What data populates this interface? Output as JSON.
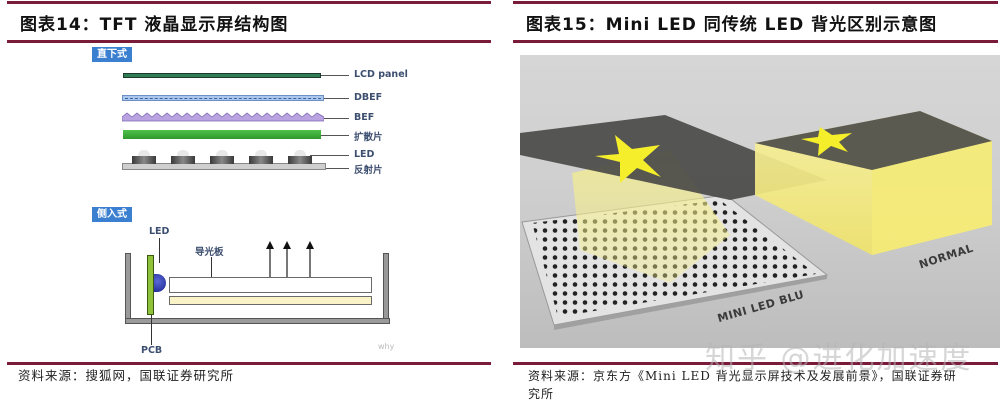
{
  "left": {
    "title": "图表14：TFT 液晶显示屏结构图",
    "source": "资料来源：搜狐网，国联证券研究所",
    "direct_lit": {
      "tag": "直下式",
      "layers": [
        {
          "label": "LCD panel",
          "color": "#2e7d55"
        },
        {
          "label": "DBEF",
          "color": "#aac8ee"
        },
        {
          "label": "BEF",
          "color": "#b9a3e0"
        },
        {
          "label": "扩散片",
          "color": "#3daa3a"
        },
        {
          "label": "LED",
          "color": "#d8d8d8"
        },
        {
          "label": "反射片",
          "color": "#cccccc"
        }
      ]
    },
    "edge_lit": {
      "tag": "侧入式",
      "led_label": "LED",
      "light_guide_label": "导光板",
      "pcb_label": "PCB",
      "image_watermark": "why"
    }
  },
  "right": {
    "title": "图表15：Mini LED  同传统  LED  背光区别示意图",
    "source_line1": "资料来源：京东方《Mini LED 背光显示屏技术及发展前景》，国联证券研",
    "source_line2": "究所",
    "photo": {
      "label_mini": "MINI LED BLU",
      "label_normal": "NORMAL"
    },
    "watermark": "知乎 @进化加速度"
  },
  "colors": {
    "rule": "#7a1b3a",
    "tag_bg": "#3a7fd0",
    "star": "#f5ee2a"
  }
}
